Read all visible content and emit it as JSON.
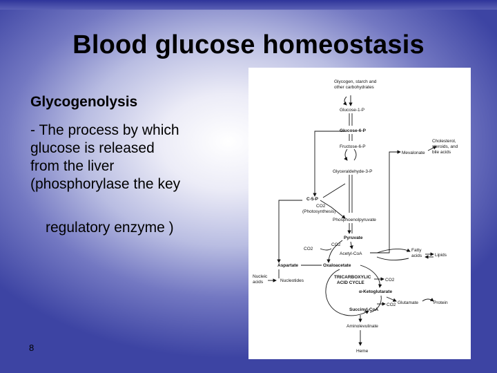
{
  "slide": {
    "title": "Blood glucose homeostasis",
    "heading": "Glycogenolysis",
    "body_line": "- The process by which\nglucose is released\nfrom the liver\n(phosphorylase the key",
    "body_indent": "regulatory enzyme )",
    "slide_number": "8"
  },
  "diagram": {
    "glycogen_l1": "Glycogen, starch and",
    "glycogen_l2": "other carbohydrates",
    "glucose1p": "Glucose-1-P",
    "glucose6p": "Glucose-6-P",
    "fructose6p": "Fructose-6-P",
    "g3p": "Glyceraldehyde-3-P",
    "mevalonate": "Mevalonate",
    "chol_l1": "Cholesterol,",
    "chol_l2": "steroids, and",
    "chol_l3": "bile acids",
    "c5p": "C-5-P",
    "co2_photo": "CO2",
    "photosynthesis": "(Photosynthesis)",
    "pep": "Phosphoenolpyruvate",
    "pyruvate": "Pyruvate",
    "co2_pyruvate": "CO2",
    "co2_left": "CO2",
    "acetyl_coa": "Acetyl-CoA",
    "fatty_l1": "Fatty",
    "fatty_l2": "acids",
    "lipids": "Lipids",
    "aspartate": "Aspartate",
    "oxaloacetate": "Oxaloacetate",
    "nucleic_l1": "Nucleic",
    "nucleic_l2": "acids",
    "nucleotides": "Nucleotides",
    "tca_l1": "TRICARBOXYLIC",
    "tca_l2": "ACID CYCLE",
    "co2_tca": "CO2",
    "akg": "α-Ketoglutarate",
    "glutamate": "Glutamate",
    "protein": "Protein",
    "co2_succ": "CO2",
    "succinyl": "Succinyl-CoA",
    "amino": "Aminolevulinate",
    "heme": "Heme"
  }
}
